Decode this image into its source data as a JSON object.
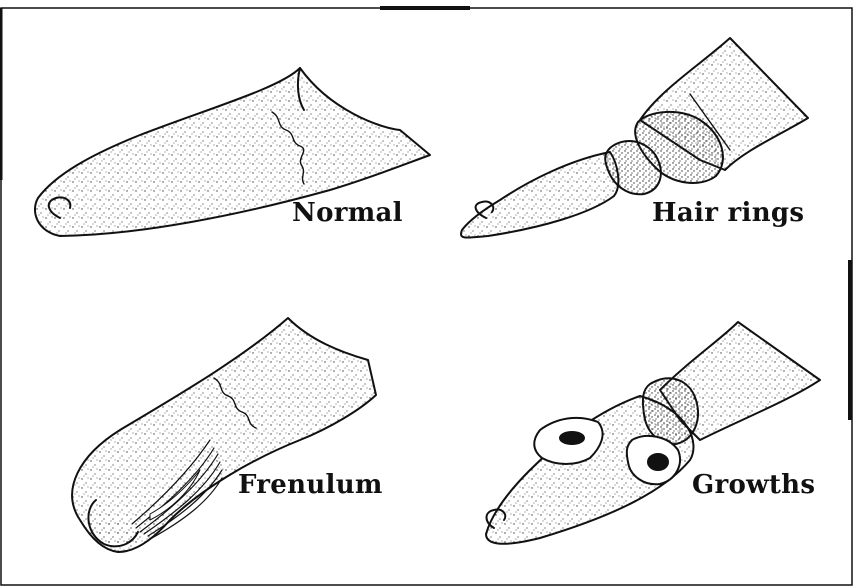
{
  "panels": [
    {
      "id": "normal",
      "label": "Normal"
    },
    {
      "id": "hair-rings",
      "label": "Hair rings"
    },
    {
      "id": "frenulum",
      "label": "Frenulum"
    },
    {
      "id": "growths",
      "label": "Growths"
    }
  ],
  "colors": {
    "outline": "#111111",
    "stipple": "#3a3a3a",
    "background": "#ffffff"
  }
}
